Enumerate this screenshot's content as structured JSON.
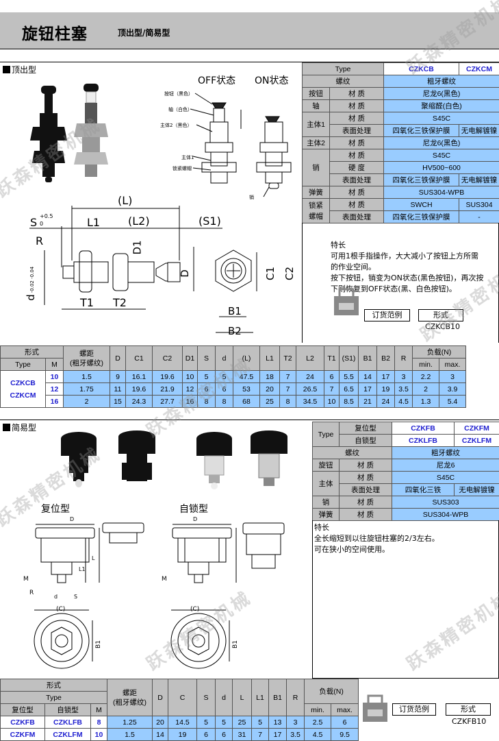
{
  "header": {
    "title": "旋钮柱塞",
    "subtitle": "顶出型/简易型"
  },
  "watermark": "跃森精密机械",
  "section1": {
    "title": "顶出型",
    "states": {
      "off": "OFF状态",
      "on": "ON状态"
    },
    "parts": {
      "button": "按钮（黑色）",
      "shaft": "轴（白色）",
      "body2": "主体2（黑色）",
      "body1": "主体1",
      "locknut": "锁紧螺帽",
      "pin": "销"
    },
    "dims": {
      "L": "(L)",
      "L1": "L1",
      "L2": "(L2)",
      "S1": "(S1)",
      "S": "S",
      "S_tol_up": "+0.5",
      "S_tol_lo": "0",
      "R": "R",
      "D1": "D1",
      "D": "D",
      "d": "d",
      "d_tol_up": "-0.02",
      "d_tol_lo": "-0.04",
      "T1": "T1",
      "T2": "T2",
      "C1": "C1",
      "C2": "C2",
      "B1": "B1",
      "B2": "B2"
    },
    "spec": {
      "type_label": "Type",
      "types": [
        "CZKCB",
        "CZKCM"
      ],
      "rows": [
        {
          "g": "螺纹",
          "v": "粗牙螺纹"
        },
        {
          "g": "按钮",
          "k": "材  质",
          "v": "尼龙6(黑色)"
        },
        {
          "g": "轴",
          "k": "材  质",
          "v": "聚缩醛(白色)"
        },
        {
          "g": "主体1",
          "k": "材  质",
          "v": "S45C"
        },
        {
          "k": "表面处理",
          "v1": "四氧化三铁保护膜",
          "v2": "无电解镀镍"
        },
        {
          "g": "主体2",
          "k": "材  质",
          "v": "尼龙6(黑色)"
        },
        {
          "g": "销",
          "k": "材  质",
          "v": "S45C"
        },
        {
          "k": "硬  度",
          "v": "HV500~600"
        },
        {
          "k": "表面处理",
          "v1": "四氧化三铁保护膜",
          "v2": "无电解镀镍"
        },
        {
          "g": "弹簧",
          "k": "材  质",
          "v": "SUS304-WPB"
        },
        {
          "g": "锁紧螺帽",
          "k": "材  质",
          "v1": "SWCH",
          "v2": "SUS304"
        },
        {
          "k": "表面处理",
          "v1": "四氧化三铁保护膜",
          "v2": "-"
        }
      ]
    },
    "features": {
      "title": "特长",
      "lines": [
        "可用1根手指操作，大大减小了按钮上方所需",
        "的作业空间。",
        "按下按钮，销变为ON状态(黑色按钮)，再次按",
        "下则恢复到OFF状态(黑、白色按钮)。"
      ]
    },
    "order": {
      "example_label": "订货范例",
      "form_label": "形式",
      "example": "CZKCB10"
    },
    "table": {
      "h_form": "形式",
      "h_type": "Type",
      "h_m": "M",
      "h_pitch": "螺距\n(粗牙螺纹)",
      "cols": [
        "D",
        "C1",
        "C2",
        "D1",
        "S",
        "d",
        "(L)",
        "L1",
        "T2",
        "L2",
        "T1",
        "(S1)",
        "B1",
        "B2",
        "R"
      ],
      "h_load": "负载(N)",
      "h_min": "min.",
      "h_max": "max.",
      "types": [
        "CZKCB",
        "CZKCM"
      ],
      "rows": [
        {
          "m": "10",
          "pitch": "1.5",
          "v": [
            "9",
            "16.1",
            "19.6",
            "10",
            "5",
            "5",
            "47.5",
            "18",
            "7",
            "24",
            "6",
            "5.5",
            "14",
            "17",
            "3",
            "2.2",
            "3"
          ]
        },
        {
          "m": "12",
          "pitch": "1.75",
          "v": [
            "11",
            "19.6",
            "21.9",
            "12",
            "6",
            "6",
            "53",
            "20",
            "7",
            "26.5",
            "7",
            "6.5",
            "17",
            "19",
            "3.5",
            "2",
            "3.9"
          ]
        },
        {
          "m": "16",
          "pitch": "2",
          "v": [
            "15",
            "24.3",
            "27.7",
            "16",
            "8",
            "8",
            "68",
            "25",
            "8",
            "34.5",
            "10",
            "8.5",
            "21",
            "24",
            "4.5",
            "1.3",
            "5.4"
          ]
        }
      ]
    }
  },
  "section2": {
    "title": "简易型",
    "labels": {
      "reset": "复位型",
      "selflock": "自锁型",
      "D": "D",
      "L": "L",
      "L1": "L1",
      "M": "M",
      "R": "R",
      "d": "d",
      "S": "S",
      "C": "(C)",
      "B1": "B1"
    },
    "spec": {
      "type_label": "Type",
      "reset_label": "复位型",
      "lock_label": "自锁型",
      "reset_types": [
        "CZKFB",
        "CZKFM"
      ],
      "lock_types": [
        "CZKLFB",
        "CZKLFM"
      ],
      "thread": {
        "g": "螺纹",
        "v": "粗牙螺纹"
      },
      "knob": {
        "g": "旋钮",
        "k": "材  质",
        "v": "尼龙6"
      },
      "body": {
        "g": "主体",
        "k": "材  质",
        "v": "S45C",
        "k2": "表面处理",
        "v1": "四氧化三铁",
        "v2": "无电解镀镍"
      },
      "pin": {
        "g": "销",
        "k": "材  质",
        "v": "SUS303"
      },
      "spring": {
        "g": "弹簧",
        "k": "材  质",
        "v": "SUS304-WPB"
      }
    },
    "features": {
      "title": "特长",
      "lines": [
        "全长缩短到以往旋钮柱塞的2/3左右。",
        "可在狭小的空间使用。"
      ]
    },
    "order": {
      "example_label": "订货范例",
      "form_label": "形式",
      "example": "CZKFB10"
    },
    "table": {
      "h_form": "形式",
      "h_type": "Type",
      "h_reset": "复位型",
      "h_lock": "自锁型",
      "h_m": "M",
      "h_pitch": "螺距\n(粗牙螺纹)",
      "cols": [
        "D",
        "C",
        "S",
        "d",
        "L",
        "L1",
        "B1",
        "R"
      ],
      "h_load": "负载(N)",
      "h_min": "min.",
      "h_max": "max.",
      "reset_types": [
        "CZKFB",
        "CZKFM"
      ],
      "lock_types": [
        "CZKLFB",
        "CZKLFM"
      ],
      "rows": [
        {
          "m": "8",
          "pitch": "1.25",
          "v": [
            "20",
            "14.5",
            "5",
            "5",
            "25",
            "5",
            "13",
            "3",
            "2.5",
            "6"
          ]
        },
        {
          "m": "10",
          "pitch": "1.5",
          "v": [
            "14",
            "19",
            "6",
            "6",
            "31",
            "7",
            "17",
            "3.5",
            "4.5",
            "9.5"
          ]
        }
      ]
    }
  }
}
